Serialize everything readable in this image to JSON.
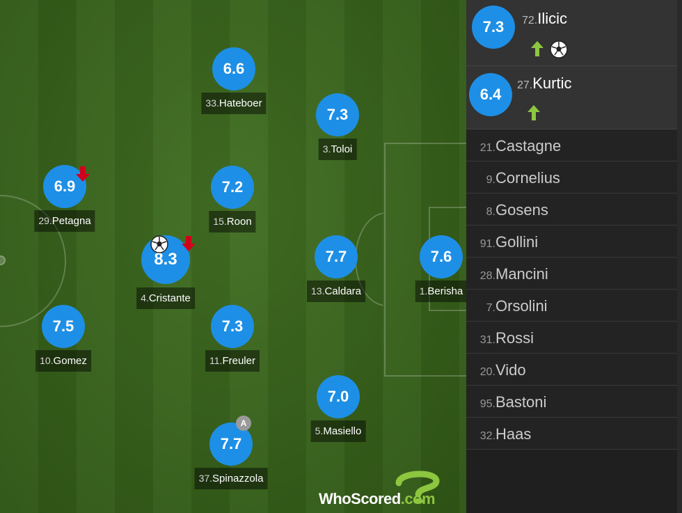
{
  "players": [
    {
      "id": "hateboer",
      "rating": "6.6",
      "num": "33.",
      "name": "Hateboer",
      "big": false
    },
    {
      "id": "toloi",
      "rating": "7.3",
      "num": "3.",
      "name": "Toloi",
      "big": false
    },
    {
      "id": "petagna",
      "rating": "6.9",
      "num": "29.",
      "name": "Petagna",
      "big": false
    },
    {
      "id": "roon",
      "rating": "7.2",
      "num": "15.",
      "name": "Roon",
      "big": false
    },
    {
      "id": "cristante",
      "rating": "8.3",
      "num": "4.",
      "name": "Cristante",
      "big": true
    },
    {
      "id": "caldara",
      "rating": "7.7",
      "num": "13.",
      "name": "Caldara",
      "big": false
    },
    {
      "id": "berisha",
      "rating": "7.6",
      "num": "1.",
      "name": "Berisha",
      "big": false
    },
    {
      "id": "gomez",
      "rating": "7.5",
      "num": "10.",
      "name": "Gomez",
      "big": false
    },
    {
      "id": "freuler",
      "rating": "7.3",
      "num": "11.",
      "name": "Freuler",
      "big": false
    },
    {
      "id": "masiello",
      "rating": "7.0",
      "num": "5.",
      "name": "Masiello",
      "big": false
    },
    {
      "id": "spinazzola",
      "rating": "7.7",
      "num": "37.",
      "name": "Spinazzola",
      "big": false
    }
  ],
  "captain_badge": "A",
  "subs_in": [
    {
      "rating": "7.3",
      "num": "72.",
      "name": "Ilicic"
    },
    {
      "rating": "6.4",
      "num": "27.",
      "name": "Kurtic"
    }
  ],
  "bench": [
    {
      "num": "21.",
      "name": "Castagne"
    },
    {
      "num": "9.",
      "name": "Cornelius"
    },
    {
      "num": "8.",
      "name": "Gosens"
    },
    {
      "num": "91.",
      "name": "Gollini"
    },
    {
      "num": "28.",
      "name": "Mancini"
    },
    {
      "num": "7.",
      "name": "Orsolini"
    },
    {
      "num": "31.",
      "name": "Rossi"
    },
    {
      "num": "20.",
      "name": "Vido"
    },
    {
      "num": "95.",
      "name": "Bastoni"
    },
    {
      "num": "32.",
      "name": "Haas"
    }
  ],
  "logo": {
    "part1": "WhoScored",
    "part2": ".com"
  },
  "colors": {
    "rating_circle": "#1e8fe6",
    "sub_out_arrow": "#d0021b",
    "sub_in_arrow": "#8dc63f",
    "pitch": "#3f6d20"
  },
  "icons": {
    "sub_out": "red-down-arrow-icon",
    "sub_in": "green-up-arrow-icon",
    "goal": "football-icon",
    "captain": "captain-badge-icon"
  }
}
